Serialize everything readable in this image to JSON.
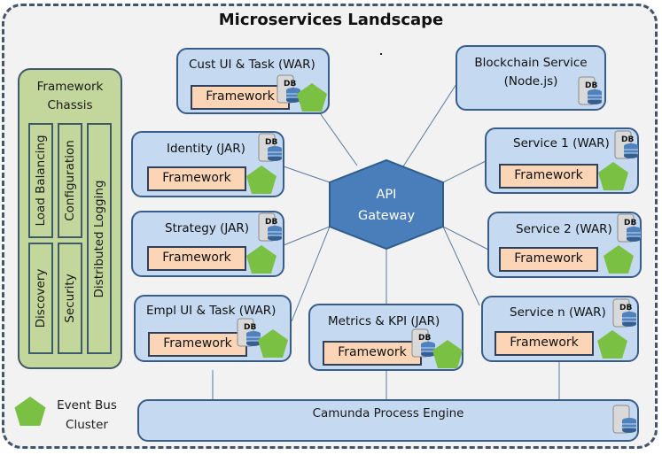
{
  "title": "Microservices Landscape",
  "gateway": {
    "label_line1": "API",
    "label_line2": "Gateway",
    "color": "#4a7ebb"
  },
  "chassis": {
    "title_line1": "Framework",
    "title_line2": "Chassis",
    "modules": [
      "Load Balancing",
      "Configuration",
      "Discovery",
      "Security",
      "Distributed Logging"
    ]
  },
  "services": [
    {
      "id": "cust-ui",
      "title": "Cust UI & Task (WAR)",
      "framework": "Framework",
      "db": "DB",
      "event_bus": true
    },
    {
      "id": "blockchain",
      "title_line1": "Blockchain Service",
      "title_line2": "(Node.js)",
      "db": "DB",
      "event_bus": false
    },
    {
      "id": "identity",
      "title": "Identity (JAR)",
      "framework": "Framework",
      "db": "DB",
      "event_bus": true
    },
    {
      "id": "service-1",
      "title": "Service 1 (WAR)",
      "framework": "Framework",
      "db": "DB",
      "event_bus": true
    },
    {
      "id": "strategy",
      "title": "Strategy (JAR)",
      "framework": "Framework",
      "db": "DB",
      "event_bus": true
    },
    {
      "id": "service-2",
      "title": "Service 2 (WAR)",
      "framework": "Framework",
      "db": "DB",
      "event_bus": true
    },
    {
      "id": "empl-ui",
      "title": "Empl UI & Task (WAR)",
      "framework": "Framework",
      "db": "DB",
      "event_bus": true
    },
    {
      "id": "metrics",
      "title": "Metrics & KPI (JAR)",
      "framework": "Framework",
      "db": "DB",
      "event_bus": true
    },
    {
      "id": "service-n",
      "title": "Service n (WAR)",
      "framework": "Framework",
      "db": "DB",
      "event_bus": true
    }
  ],
  "process_engine": {
    "title": "Camunda Process Engine"
  },
  "legend": {
    "label_line1": "Event Bus",
    "label_line2": "Cluster",
    "color": "#7ac143"
  },
  "colors": {
    "service_fill": "#c5d9f1",
    "service_border": "#385d8a",
    "framework_fill": "#fbd5b5",
    "chassis_fill": "#c3d69b",
    "background": "#f2f2f2"
  }
}
